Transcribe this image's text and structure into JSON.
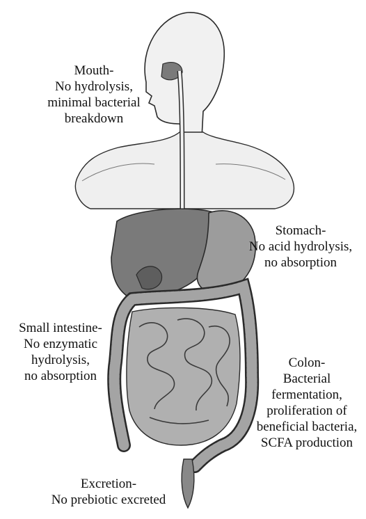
{
  "labels": {
    "mouth": {
      "title": "Mouth-",
      "lines": [
        "No hydrolysis,",
        "minimal bacterial",
        "breakdown"
      ]
    },
    "stomach": {
      "title": "Stomach-",
      "lines": [
        "No acid hydrolysis,",
        "no absorption"
      ]
    },
    "small_intestine": {
      "title": "Small intestine-",
      "lines": [
        "No enzymatic",
        "hydrolysis,",
        "no absorption"
      ]
    },
    "colon": {
      "title": "Colon-",
      "lines": [
        "Bacterial",
        "fermentation,",
        "proliferation of",
        "beneficial bacteria,",
        "SCFA production"
      ]
    },
    "excretion": {
      "title": "Excretion-",
      "lines": [
        "No prebiotic excreted"
      ]
    }
  },
  "colors": {
    "outline": "#2a2a2a",
    "skin": "#efefef",
    "organ_dark": "#6e6e6e",
    "organ_mid": "#8a8a8a",
    "organ_light": "#a8a8a8",
    "colon_fill": "#9a9a9a"
  }
}
